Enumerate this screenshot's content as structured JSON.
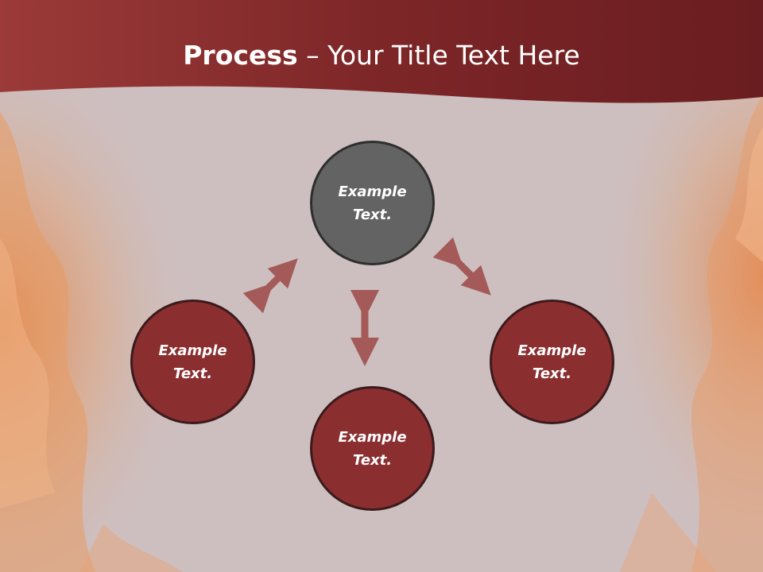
{
  "slide": {
    "title_bold": "Process",
    "title_rest": " – Your Title Text Here"
  },
  "diagram": {
    "nodes": [
      {
        "id": "top",
        "text": "Example\nText."
      },
      {
        "id": "left",
        "text": "Example\nText."
      },
      {
        "id": "bottom",
        "text": "Example\nText."
      },
      {
        "id": "right",
        "text": "Example\nText."
      }
    ]
  },
  "colors": {
    "header": "#8b2a2c",
    "center_node": "#636363",
    "outer_node": "#8b2e30",
    "arrow": "#a35a58",
    "background": "#cdbfc0"
  }
}
